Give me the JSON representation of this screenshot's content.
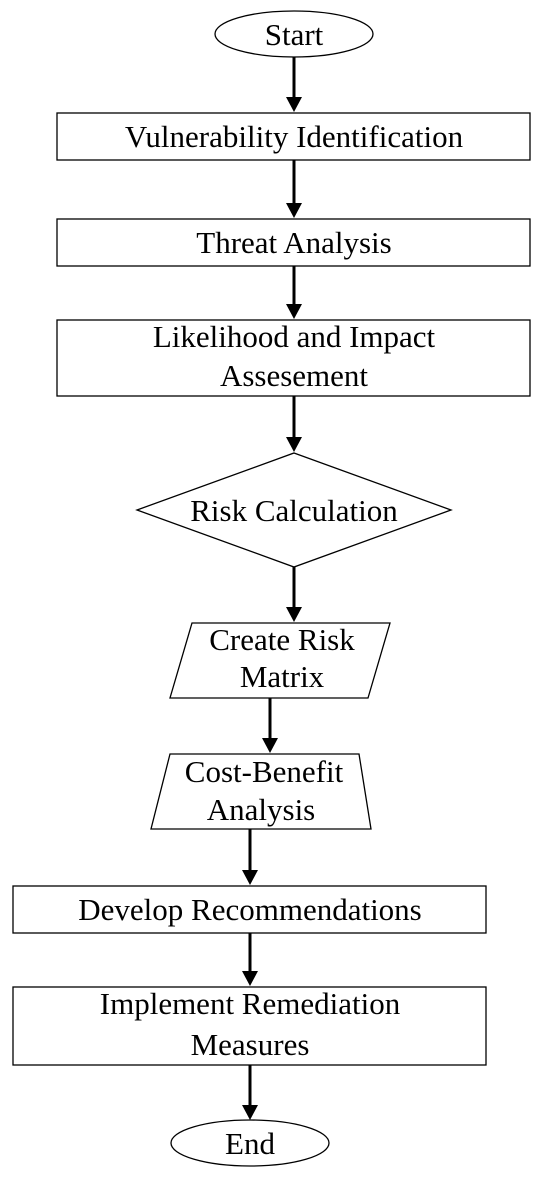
{
  "diagram": {
    "start": {
      "label": "Start"
    },
    "vulnerability_identification": {
      "label": "Vulnerability Identification"
    },
    "threat_analysis": {
      "label": "Threat Analysis"
    },
    "likelihood_impact": {
      "line1": "Likelihood and Impact",
      "line2": "Assesement"
    },
    "risk_calculation": {
      "label": "Risk Calculation"
    },
    "create_risk_matrix": {
      "line1": "Create Risk",
      "line2": "Matrix"
    },
    "cost_benefit": {
      "line1": "Cost-Benefit",
      "line2": "Analysis"
    },
    "develop_recommendations": {
      "label": "Develop Recommendations"
    },
    "implement_remediation": {
      "line1": "Implement Remediation",
      "line2": "Measures"
    },
    "end": {
      "label": "End"
    }
  }
}
